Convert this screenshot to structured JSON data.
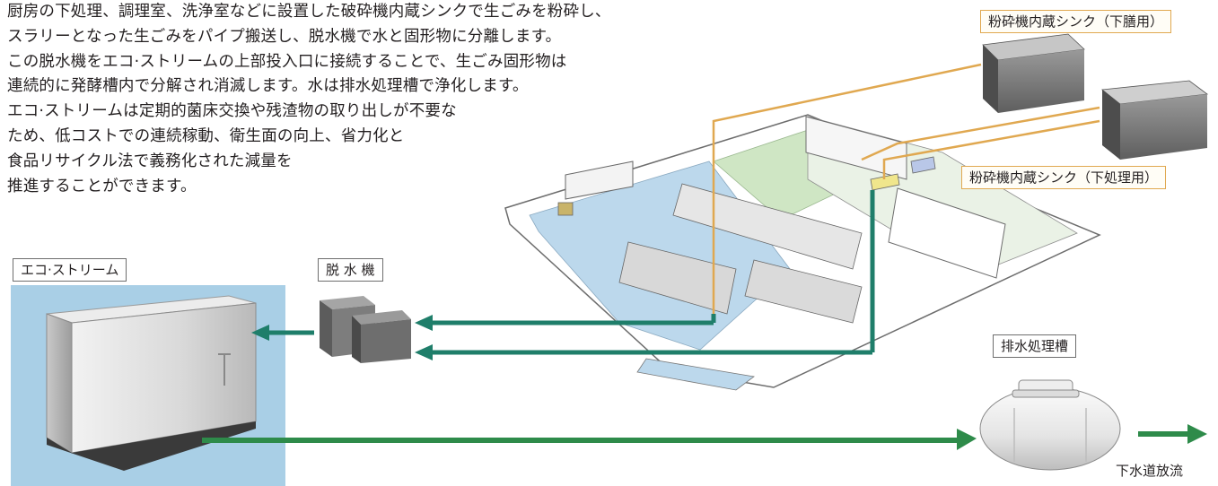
{
  "description": [
    "厨房の下処理、調理室、洗浄室などに設置した破砕機内蔵シンクで生ごみを粉砕し、",
    "スラリーとなった生ごみをパイプ搬送し、脱水機で水と固形物に分離します。",
    "この脱水機をエコ·ストリームの上部投入口に接続することで、生ごみ固形物は",
    "連続的に発酵槽内で分解され消滅します。水は排水処理槽で浄化します。",
    "エコ·ストリームは定期的菌床交換や残渣物の取り出しが不要な",
    "ため、低コストでの連続稼動、衛生面の向上、省力化と",
    "食品リサイクル法で義務化された減量を",
    "推進することができます。"
  ],
  "labels": {
    "ecostream": "エコ·ストリーム",
    "dehydrator": "脱 水 機",
    "sink_serving": "粉砕機内蔵シンク（下膳用）",
    "sink_prep": "粉砕機内蔵シンク（下処理用）",
    "wastewater_tank": "排水処理槽",
    "sewer": "下水道放流"
  },
  "colors": {
    "arrow_teal": "#1f7e6a",
    "arrow_green": "#2e8b4a",
    "pipe_orange": "#e0a850",
    "floor_blue": "#bcd8ec",
    "floor_green": "#cfe6c4"
  }
}
